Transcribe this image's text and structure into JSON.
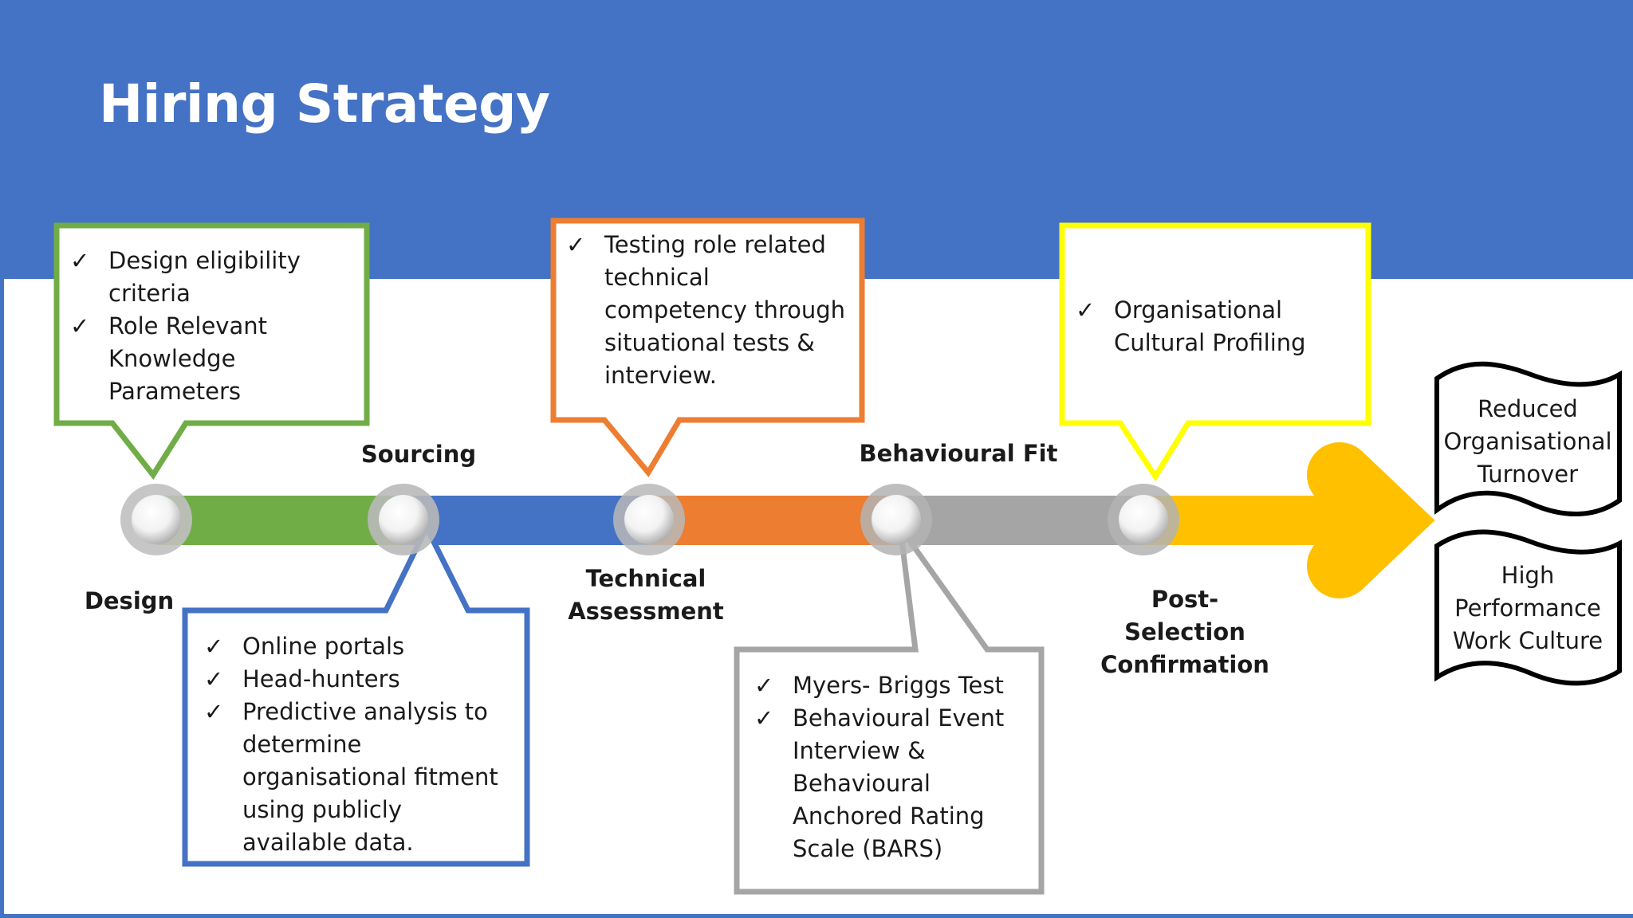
{
  "title": "Hiring Strategy",
  "colors": {
    "header": "#4472c4",
    "design": "#70ad47",
    "sourcing": "#4472c4",
    "technical": "#ed7d31",
    "behavioural": "#a5a5a5",
    "post_selection": "#ffc000",
    "callout_post": "#ffff00"
  },
  "stages": {
    "design": {
      "label": "Design",
      "items": [
        "Design eligibility criteria",
        "Role Relevant Knowledge Parameters"
      ]
    },
    "sourcing": {
      "label": "Sourcing",
      "items": [
        "Online portals",
        "Head-hunters",
        "Predictive analysis to determine organisational fitment using publicly available data."
      ]
    },
    "technical": {
      "label_line1": "Technical",
      "label_line2": "Assessment",
      "items": [
        "Testing role related technical competency through situational tests & interview."
      ]
    },
    "behavioural": {
      "label": "Behavioural Fit",
      "items": [
        "Myers- Briggs Test",
        "Behavioural Event Interview & Behavioural Anchored Rating Scale (BARS)"
      ]
    },
    "post_selection": {
      "label_line1": "Post-",
      "label_line2": "Selection",
      "label_line3": "Confirmation",
      "items": [
        "Organisational Cultural Profiling"
      ]
    }
  },
  "outcomes": {
    "turnover": {
      "line1": "Reduced",
      "line2": "Organisational",
      "line3": "Turnover"
    },
    "culture": {
      "line1": "High",
      "line2": "Performance",
      "line3": "Work Culture"
    }
  }
}
